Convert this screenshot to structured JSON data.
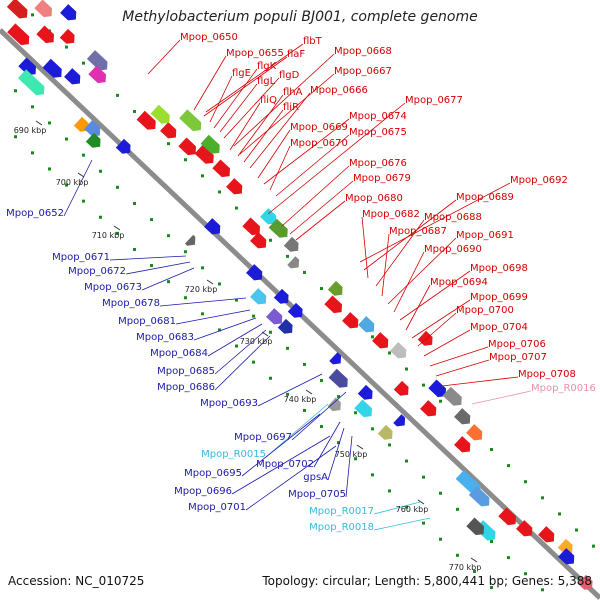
{
  "title": "Methylobacterium populi BJ001, complete genome",
  "footer": {
    "accession": "Accession: NC_010725",
    "summary": "Topology: circular; Length: 5,800,441 bp; Genes: 5,388"
  },
  "colors": {
    "forward_label": "#d40000",
    "reverse_label": "#1a1aa8",
    "trna_label": "#33bbdd",
    "rrna_label": "#e890b0",
    "backbone": "#8c8c8c",
    "dots": "#1a8a1a"
  },
  "ticks": [
    "690 kbp",
    "700 kbp",
    "710 kbp",
    "720 kbp",
    "730 kbp",
    "740 kbp",
    "750 kbp",
    "760 kbp",
    "770 kbp"
  ],
  "labels_right": [
    "Mpop_0650",
    "Mpop_0655",
    "flaF",
    "flbT",
    "flgE",
    "flgK",
    "flgL",
    "flgD",
    "Mpop_0668",
    "Mpop_0667",
    "fliQ",
    "flhA",
    "fliR",
    "Mpop_0666",
    "Mpop_0677",
    "Mpop_0669",
    "Mpop_0674",
    "Mpop_0670",
    "Mpop_0675",
    "Mpop_0676",
    "Mpop_0679",
    "Mpop_0680",
    "Mpop_0692",
    "Mpop_0689",
    "Mpop_0682",
    "Mpop_0688",
    "Mpop_0687",
    "Mpop_0691",
    "Mpop_0690",
    "Mpop_0698",
    "Mpop_0694",
    "Mpop_0699",
    "Mpop_0700",
    "Mpop_0704",
    "Mpop_0706",
    "Mpop_0707",
    "Mpop_0708",
    "Mpop_R0016"
  ],
  "labels_left": [
    "Mpop_0652",
    "Mpop_0671",
    "Mpop_0672",
    "Mpop_0673",
    "Mpop_0678",
    "Mpop_0681",
    "Mpop_0683",
    "Mpop_0684",
    "Mpop_0685",
    "Mpop_0686",
    "Mpop_0693",
    "Mpop_0697",
    "Mpop_R0015",
    "Mpop_0695",
    "Mpop_0702",
    "gpsA",
    "Mpop_0696",
    "Mpop_0705",
    "Mpop_0701",
    "Mpop_R0017",
    "Mpop_R0018"
  ]
}
